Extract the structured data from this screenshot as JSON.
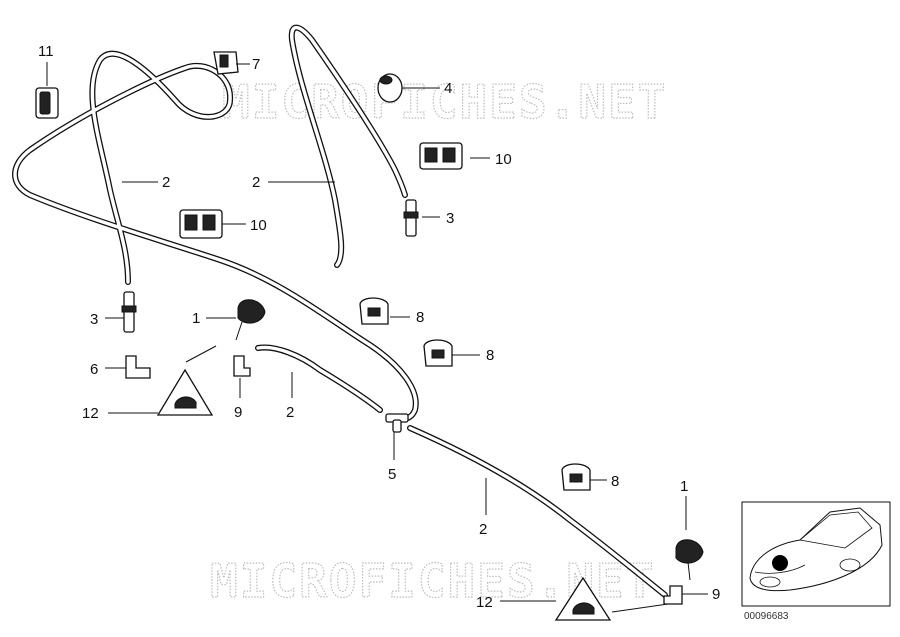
{
  "watermarks": [
    "MICROFICHES.NET",
    "MICROFICHES.NET"
  ],
  "callouts": {
    "c1a": "1",
    "c1b": "1",
    "c2a": "2",
    "c2b": "2",
    "c2c": "2",
    "c2d": "2",
    "c3a": "3",
    "c3b": "3",
    "c4": "4",
    "c5": "5",
    "c6": "6",
    "c7": "7",
    "c8a": "8",
    "c8b": "8",
    "c8c": "8",
    "c9a": "9",
    "c9b": "9",
    "c10a": "10",
    "c10b": "10",
    "c11": "11",
    "c12a": "12",
    "c12b": "12"
  },
  "inset": {
    "part_number": "00096683"
  },
  "icons": [
    "hose-clip-icon",
    "jet-nozzle-icon",
    "grommet-icon",
    "connector-icon",
    "warning-triangle-icon",
    "car-thumbnail-icon"
  ]
}
